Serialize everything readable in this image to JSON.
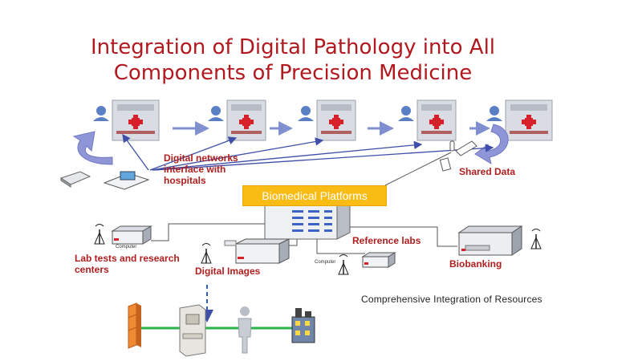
{
  "title": {
    "line1": "Integration of Digital Pathology into All",
    "line2": "Components of Precision Medicine"
  },
  "labels": {
    "digital_networks": "Digital networks",
    "interface_with": "interface with",
    "hospitals": "hospitals",
    "shared_data": "Shared Data",
    "biomedical_platforms": "Biomedical Platforms",
    "reference_labs": "Reference labs",
    "lab_tests_1": "Lab tests and research",
    "lab_tests_2": "centers",
    "digital_images": "Digital Images",
    "biobanking": "Biobanking",
    "computer_1": "Computer",
    "computer_2": "Computer",
    "comprehensive": "Comprehensive Integration of Resources"
  },
  "colors": {
    "title": "#b2191f",
    "label": "#b01e1e",
    "platform": "#f9bc14",
    "flow_arrow": "#7f8fcf",
    "network_line": "#3f4ea8",
    "cable": "#555555",
    "green_line": "#27b44a"
  }
}
